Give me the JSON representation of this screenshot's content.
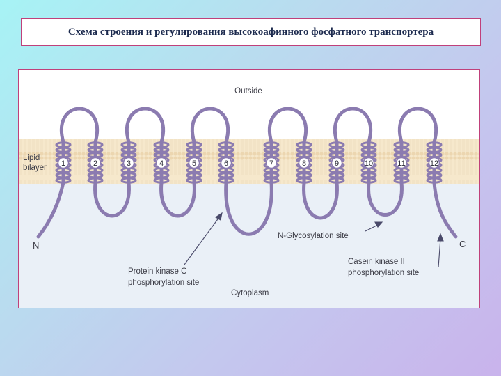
{
  "title": "Схема строения и регулирования высокоафинного  фосфатного транспортера",
  "figure": {
    "outside_label": "Outside",
    "cytoplasm_label": "Cytoplasm",
    "bilayer_label_line1": "Lipid",
    "bilayer_label_line2": "bilayer",
    "n_terminus": "N",
    "c_terminus": "C",
    "helices": [
      "1",
      "2",
      "3",
      "4",
      "5",
      "6",
      "7",
      "8",
      "9",
      "10",
      "11",
      "12"
    ],
    "annotations": {
      "pkc_line1": "Protein kinase C",
      "pkc_line2": "phosphorylation site",
      "nglyc": "N-Glycosylation site",
      "ck2_line1": "Casein kinase II",
      "ck2_line2": "phosphorylation site"
    },
    "colors": {
      "protein": "#8b7bb0",
      "membrane": "#f4e4c4",
      "membrane_band": "#e9d2ae",
      "cytoplasm": "#e8eef6",
      "arrow": "#4a4a6a"
    }
  }
}
